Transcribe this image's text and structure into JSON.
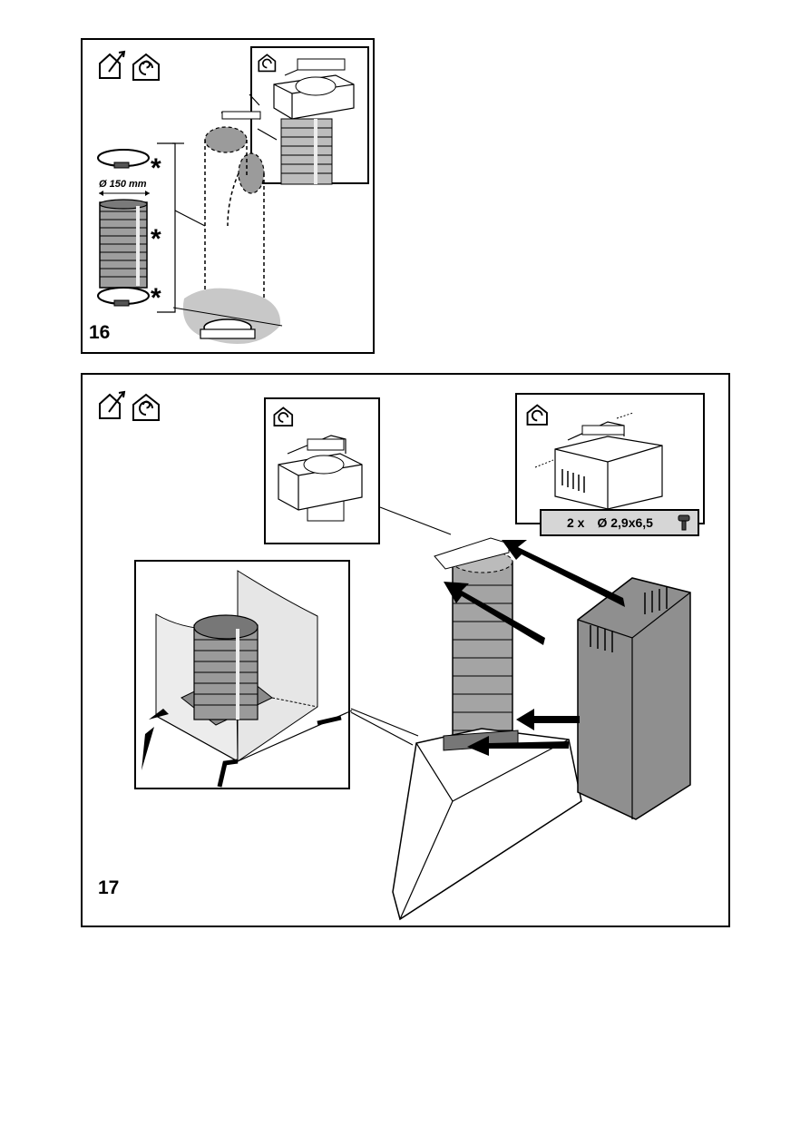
{
  "figures": [
    {
      "number": "16",
      "icons": [
        "vent-outside-icon",
        "recirculation-icon"
      ],
      "inset_icon": "recirculation-icon",
      "diameter_label": "Ø 150 mm",
      "optional_marks": [
        "*",
        "*",
        "*"
      ]
    },
    {
      "number": "17",
      "icons": [
        "vent-outside-icon",
        "recirculation-icon"
      ],
      "inset_icons": [
        "recirculation-icon",
        "recirculation-icon"
      ],
      "screw_spec": {
        "quantity": "2 x",
        "size": "Ø 2,9x6,5"
      }
    }
  ]
}
